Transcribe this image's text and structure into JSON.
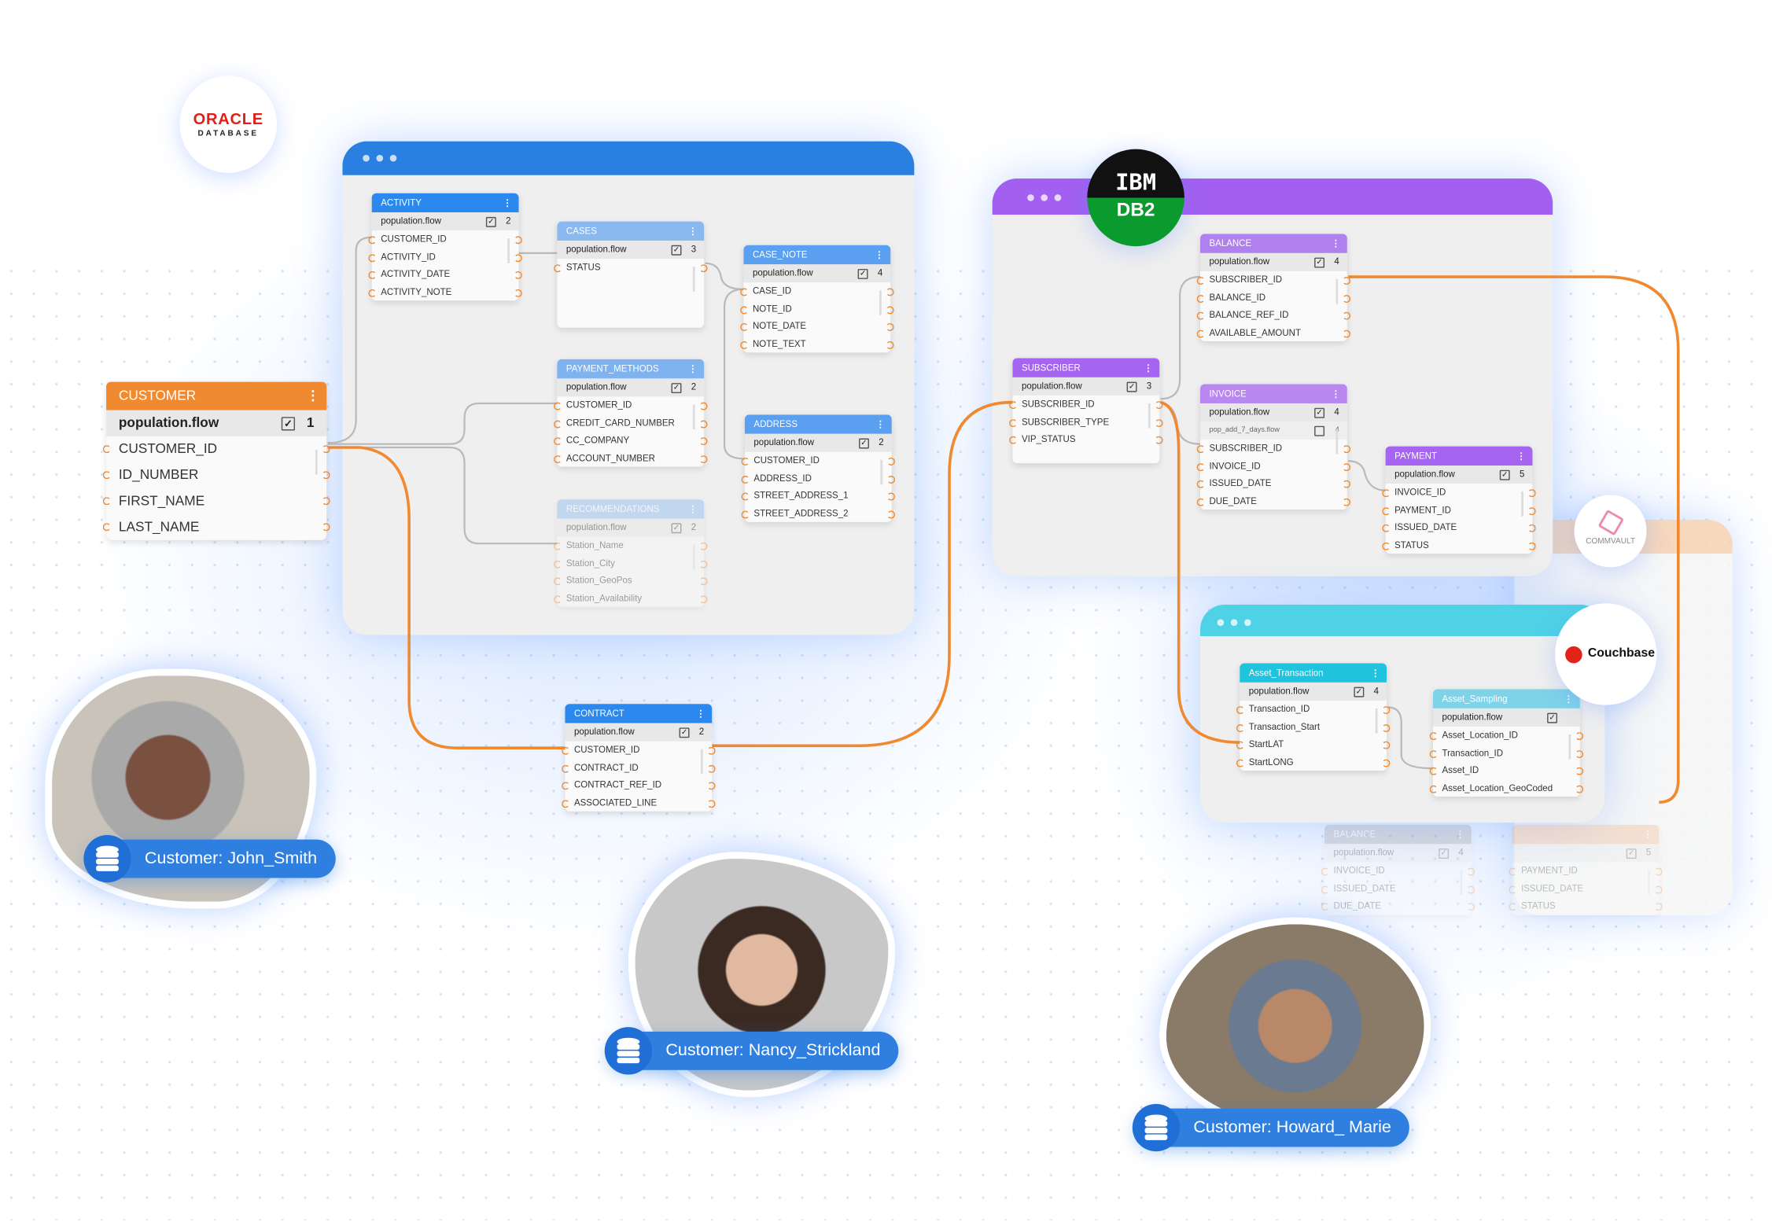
{
  "colors": {
    "oracle_blue": "#2a80e0",
    "db2_purple": "#a35ff0",
    "couchbase_cyan": "#45cfe3",
    "customer_orange": "#f08a30",
    "connector_orange": "#f08a30",
    "connector_gray": "#b9b9b9"
  },
  "logos": {
    "oracle": {
      "name": "ORACLE",
      "sub": "DATABASE"
    },
    "ibm": {
      "name": "IBM",
      "sub": "DB2"
    },
    "commvault": {
      "name": "COMMVAULT"
    },
    "couchbase": {
      "name": "Couchbase"
    }
  },
  "tables": [
    {
      "id": "customer",
      "title": "CUSTOMER",
      "color": "#f08a30",
      "flows": [
        {
          "label": "population.flow",
          "checked": true,
          "count": "1"
        }
      ],
      "fields": [
        "CUSTOMER_ID",
        "ID_NUMBER",
        "FIRST_NAME",
        "LAST_NAME"
      ]
    },
    {
      "id": "activity",
      "title": "ACTIVITY",
      "color": "#2a88ee",
      "flows": [
        {
          "label": "population.flow",
          "checked": true,
          "count": "2"
        }
      ],
      "fields": [
        "CUSTOMER_ID",
        "ACTIVITY_ID",
        "ACTIVITY_DATE",
        "ACTIVITY_NOTE"
      ]
    },
    {
      "id": "cases",
      "title": "CASES",
      "color": "#8ab9f0",
      "flows": [
        {
          "label": "population.flow",
          "checked": true,
          "count": "3"
        }
      ],
      "fields": [
        "STATUS"
      ]
    },
    {
      "id": "case_note",
      "title": "CASE_NOTE",
      "color": "#5a9ff0",
      "flows": [
        {
          "label": "population.flow",
          "checked": true,
          "count": "4"
        }
      ],
      "fields": [
        "CASE_ID",
        "NOTE_ID",
        "NOTE_DATE",
        "NOTE_TEXT"
      ]
    },
    {
      "id": "payment_methods",
      "title": "PAYMENT_METHODS",
      "color": "#7fb3f0",
      "flows": [
        {
          "label": "population.flow",
          "checked": true,
          "count": "2"
        }
      ],
      "fields": [
        "CUSTOMER_ID",
        "CREDIT_CARD_NUMBER",
        "CC_COMPANY",
        "ACCOUNT_NUMBER"
      ]
    },
    {
      "id": "address",
      "title": "ADDRESS",
      "color": "#5a9ff0",
      "flows": [
        {
          "label": "population.flow",
          "checked": true,
          "count": "2"
        }
      ],
      "fields": [
        "CUSTOMER_ID",
        "ADDRESS_ID",
        "STREET_ADDRESS_1",
        "STREET_ADDRESS_2"
      ]
    },
    {
      "id": "recommendations",
      "title": "RECOMMENDATIONS",
      "color": "#8ab9f0",
      "faded": true,
      "flows": [
        {
          "label": "population.flow",
          "checked": true,
          "count": "2"
        }
      ],
      "fields": [
        "Station_Name",
        "Station_City",
        "Station_GeoPos",
        "Station_Availability"
      ]
    },
    {
      "id": "contract",
      "title": "CONTRACT",
      "color": "#2a88ee",
      "flows": [
        {
          "label": "population.flow",
          "checked": true,
          "count": "2"
        }
      ],
      "fields": [
        "CUSTOMER_ID",
        "CONTRACT_ID",
        "CONTRACT_REF_ID",
        "ASSOCIATED_LINE"
      ]
    },
    {
      "id": "balance",
      "title": "BALANCE",
      "color": "#b07ff0",
      "flows": [
        {
          "label": "population.flow",
          "checked": true,
          "count": "4"
        }
      ],
      "fields": [
        "SUBSCRIBER_ID",
        "BALANCE_ID",
        "BALANCE_REF_ID",
        "AVAILABLE_AMOUNT"
      ]
    },
    {
      "id": "subscriber",
      "title": "SUBSCRIBER",
      "color": "#a565f0",
      "flows": [
        {
          "label": "population.flow",
          "checked": true,
          "count": "3"
        }
      ],
      "fields": [
        "SUBSCRIBER_ID",
        "SUBSCRIBER_TYPE",
        "VIP_STATUS"
      ]
    },
    {
      "id": "invoice",
      "title": "INVOICE",
      "color": "#b888f0",
      "flows": [
        {
          "label": "population.flow",
          "checked": true,
          "count": "4"
        },
        {
          "label": "pop_add_7_days.flow",
          "checked": false,
          "count": "4"
        }
      ],
      "fields": [
        "SUBSCRIBER_ID",
        "INVOICE_ID",
        "ISSUED_DATE",
        "DUE_DATE"
      ]
    },
    {
      "id": "payment",
      "title": "PAYMENT",
      "color": "#a565f0",
      "flows": [
        {
          "label": "population.flow",
          "checked": true,
          "count": "5"
        }
      ],
      "fields": [
        "INVOICE_ID",
        "PAYMENT_ID",
        "ISSUED_DATE",
        "STATUS"
      ]
    },
    {
      "id": "asset_transaction",
      "title": "Asset_Transaction",
      "color": "#1fc3dc",
      "flows": [
        {
          "label": "population.flow",
          "checked": true,
          "count": "4"
        }
      ],
      "fields": [
        "Transaction_ID",
        "Transaction_Start",
        "StartLAT",
        "StartLONG"
      ]
    },
    {
      "id": "asset_sampling",
      "title": "Asset_Sampling",
      "color": "#7fd3e8",
      "flows": [
        {
          "label": "population.flow",
          "checked": true,
          "count": ""
        }
      ],
      "fields": [
        "Asset_Location_ID",
        "Transaction_ID",
        "Asset_ID",
        "Asset_Location_GeoCoded"
      ]
    },
    {
      "id": "ghost_balance",
      "title": "BALANCE",
      "color": "#9a9a9a",
      "ghost": true,
      "flows": [
        {
          "label": "population.flow",
          "checked": true,
          "count": "4"
        }
      ],
      "fields": [
        "INVOICE_ID",
        "ISSUED_DATE",
        "DUE_DATE"
      ]
    },
    {
      "id": "ghost_payment",
      "title": "",
      "color": "#f0b080",
      "ghost": true,
      "flows": [
        {
          "label": "",
          "checked": true,
          "count": "5"
        }
      ],
      "fields": [
        "PAYMENT_ID",
        "ISSUED_DATE",
        "STATUS"
      ]
    }
  ],
  "customers": [
    {
      "label": "Customer: John_Smith"
    },
    {
      "label": "Customer: Nancy_Strickland"
    },
    {
      "label": "Customer: Howard_ Marie"
    }
  ]
}
